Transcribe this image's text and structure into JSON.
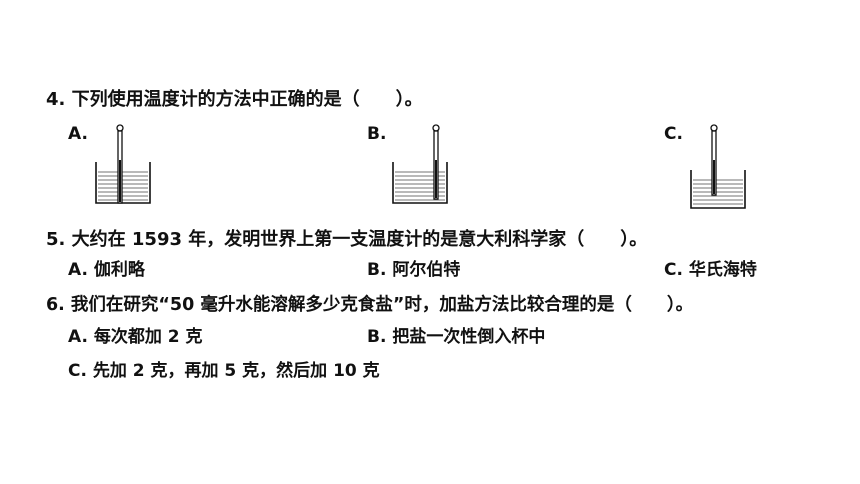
{
  "questions": [
    {
      "text": "4. 下列使用温度计的方法中正确的是（　　）。",
      "options": [
        "A.",
        "B.",
        "C."
      ]
    },
    {
      "text": "5. 大约在 1593 年，发明世界上第一支温度计的是意大利科学家（　　）。",
      "options": [
        "A. 伽利略",
        "B. 阿尔伯特",
        "C. 华氏海特"
      ]
    },
    {
      "text": "6. 我们在研究“50 毫升水能溶解多少克食盐”时，加盐方法比较合理的是（　　）。",
      "options": [
        "A. 每次都加 2 克",
        "B. 把盐一次性倒入杯中",
        "C. 先加 2 克，再加 5 克，然后加 10 克"
      ]
    }
  ]
}
